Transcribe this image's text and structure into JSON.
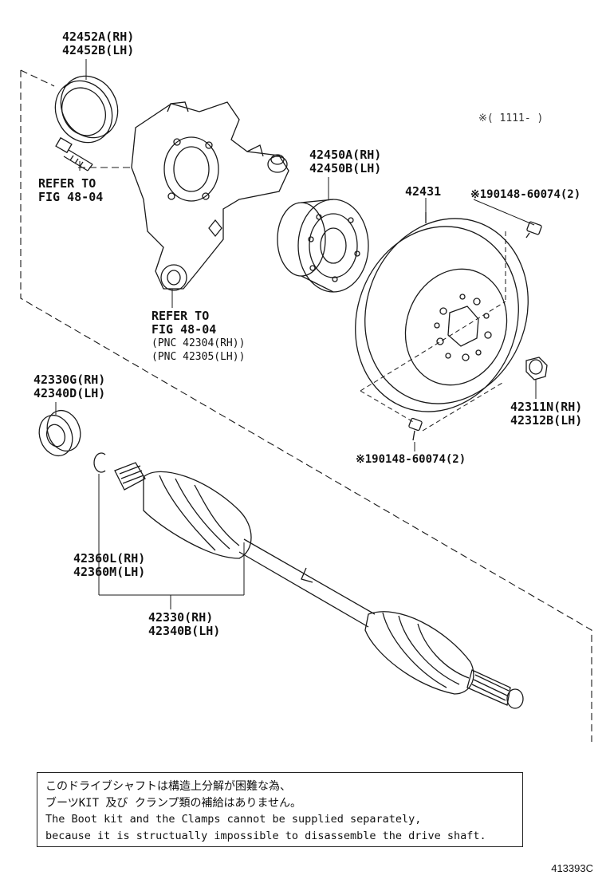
{
  "labels": {
    "bearing_dust_seal": [
      "42452A(RH)",
      "42452B(LH)"
    ],
    "refer_bolt": [
      "REFER TO",
      "FIG 48-04"
    ],
    "refer_knuckle": [
      "REFER TO",
      "FIG 48-04",
      "(PNC 42304(RH))",
      "(PNC 42305(LH))"
    ],
    "hub_bearing": [
      "42450A(RH)",
      "42450B(LH)"
    ],
    "disc": "42431",
    "screw_top": "※190148-60074(2)",
    "screw_bottom": "※190148-60074(2)",
    "nut": [
      "42311N(RH)",
      "42312B(LH)"
    ],
    "seal": [
      "42330G(RH)",
      "42340D(LH)"
    ],
    "snap_ring": [
      "42360L(RH)",
      "42360M(LH)"
    ],
    "drive_shaft": [
      "42330(RH)",
      "42340B(LH)"
    ],
    "model_year": "※( 1111-    )"
  },
  "note": {
    "jp_line1": "このドライブシャフトは構造上分解が困難な為、",
    "jp_line2": "ブーツKIT 及び クランプ類の補給はありません。",
    "en_line1": "The Boot kit and the Clamps cannot be supplied separately,",
    "en_line2": "because it is structually impossible to disassemble the drive shaft."
  },
  "drawing_number": "413393C"
}
